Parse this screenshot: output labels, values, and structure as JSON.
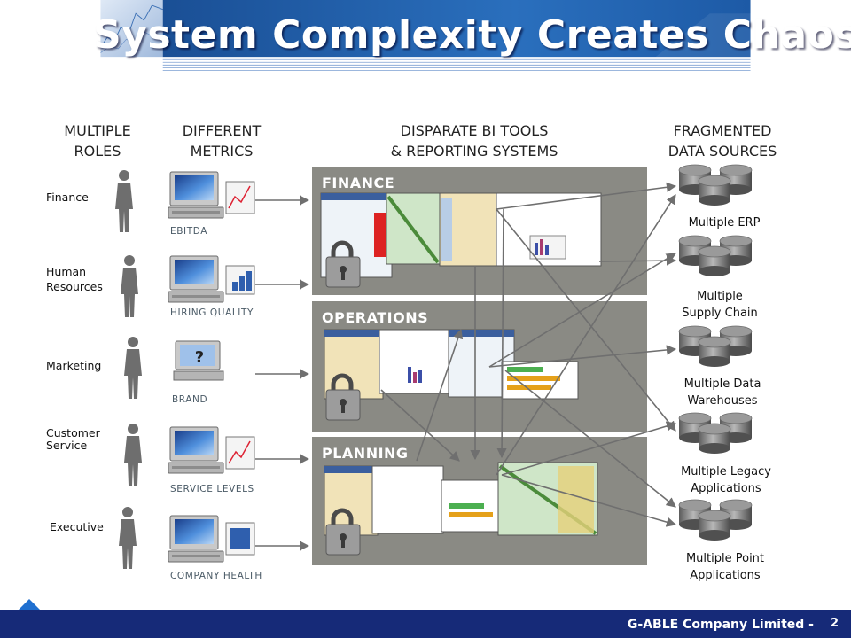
{
  "slide": {
    "title": "System Complexity Creates Chaos",
    "page_number": "2",
    "footer": "G-ABLE Company Limited -"
  },
  "columns": {
    "roles": [
      "MULTIPLE",
      "ROLES"
    ],
    "metrics": [
      "DIFFERENT",
      "METRICS"
    ],
    "tools": [
      "DISPARATE BI TOOLS",
      "& REPORTING SYSTEMS"
    ],
    "sources": [
      "FRAGMENTED",
      "DATA SOURCES"
    ]
  },
  "roles": [
    {
      "lines": [
        "Finance"
      ]
    },
    {
      "lines": [
        "Human",
        "Resources"
      ]
    },
    {
      "lines": [
        "Marketing"
      ]
    },
    {
      "lines": [
        "Customer",
        "Service"
      ]
    },
    {
      "lines": [
        "Executive"
      ]
    }
  ],
  "metrics": [
    "EBITDA",
    "HIRING QUALITY",
    "BRAND",
    "SERVICE LEVELS",
    "COMPANY HEALTH"
  ],
  "panels": [
    "FINANCE",
    "OPERATIONS",
    "PLANNING"
  ],
  "sources": [
    {
      "lines": [
        "Multiple ERP"
      ]
    },
    {
      "lines": [
        "Multiple",
        "Supply Chain"
      ]
    },
    {
      "lines": [
        "Multiple Data",
        "Warehouses"
      ]
    },
    {
      "lines": [
        "Multiple Legacy",
        "Applications"
      ]
    },
    {
      "lines": [
        "Multiple Point",
        "Applications"
      ]
    }
  ],
  "colors": {
    "banner": "#1f5fa8",
    "footer": "#162a78",
    "panel": "#8a8a84",
    "arrow": "#6f6f6f"
  }
}
